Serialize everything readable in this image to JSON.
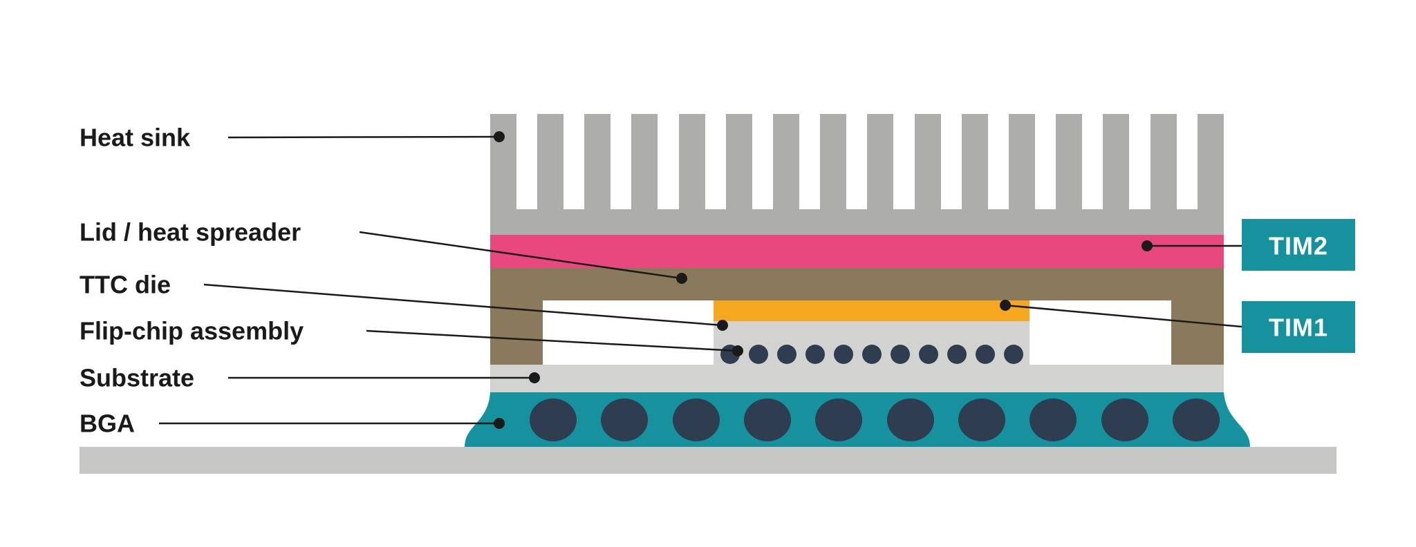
{
  "diagram": {
    "labels": {
      "heat_sink": "Heat sink",
      "lid": "Lid / heat spreader",
      "ttc_die": "TTC die",
      "flip_chip": "Flip-chip assembly",
      "substrate": "Substrate",
      "bga": "BGA"
    },
    "badges": {
      "tim2": "TIM2",
      "tim1": "TIM1"
    },
    "colors": {
      "heatsink": "#ADADAB",
      "tim2": "#E8487D",
      "lid": "#8A7A5B",
      "tim1": "#F4A71F",
      "die": "#D2D2D0",
      "bump_strip": "#D2D2D0",
      "substrate": "#D2D2D0",
      "bga_teal": "#15929E",
      "solder_ball": "#2E3E50",
      "bump": "#2E3E50",
      "board": "#C7C7C5",
      "badge": "#15929E",
      "badge_text": "#FFFFFF",
      "text": "#1A1A1A",
      "line": "#1A1A1A",
      "background": "#FFFFFF"
    }
  }
}
